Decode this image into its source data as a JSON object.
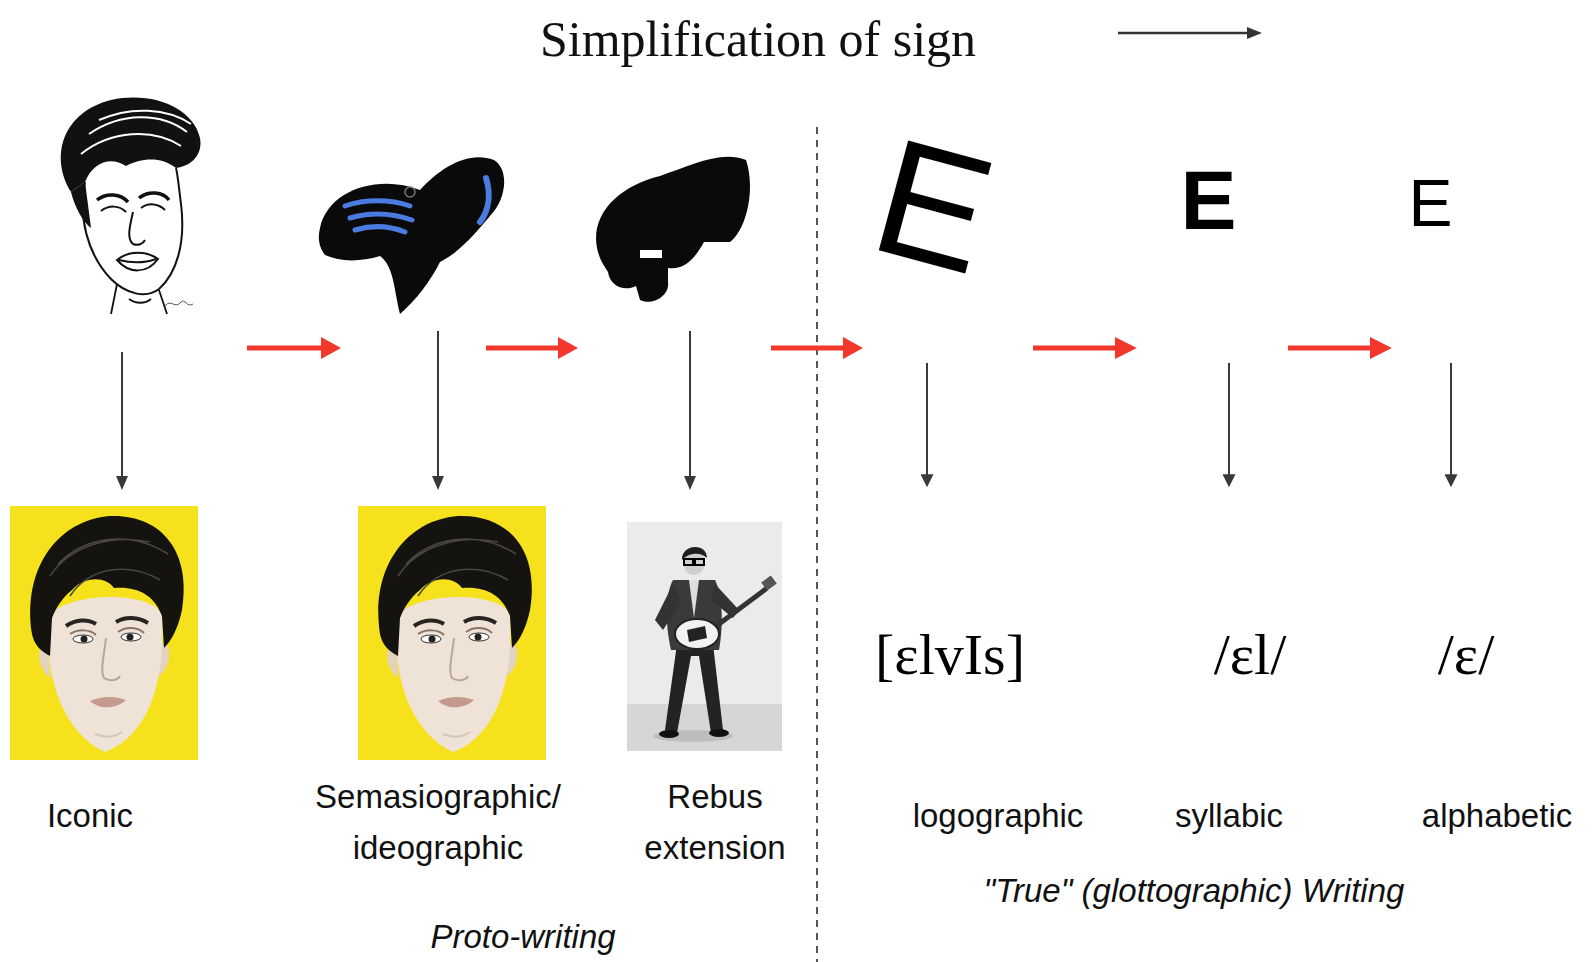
{
  "diagram": {
    "title": "Simplification of sign",
    "nodes": [
      {
        "text": [
          "Iconic"
        ]
      },
      {
        "text": [
          "Semasiographic/ ideographic"
        ]
      },
      {
        "text": [
          "Rebus extension"
        ]
      },
      {
        "text": [
          "E"
        ]
      },
      {
        "text": [
          "[ɛlvIs]",
          "logographic"
        ]
      },
      {
        "text": [
          "E"
        ]
      },
      {
        "text": [
          "/ɛl/",
          "syllabic"
        ]
      },
      {
        "text": [
          "E"
        ]
      },
      {
        "text": [
          "/ɛ/",
          "alphabetic"
        ]
      }
    ],
    "edges": [
      {
        "from": 3,
        "to": 4,
        "arrow": "to"
      },
      {
        "from": 3,
        "to": 5,
        "arrow": "to"
      },
      {
        "from": 5,
        "to": 6,
        "arrow": "to"
      },
      {
        "from": 5,
        "to": 7,
        "arrow": "to"
      },
      {
        "from": 7,
        "to": 8,
        "arrow": "to"
      }
    ],
    "labels": [
      "Proto-writing",
      "\"True\" (glottographic) Writing"
    ]
  }
}
